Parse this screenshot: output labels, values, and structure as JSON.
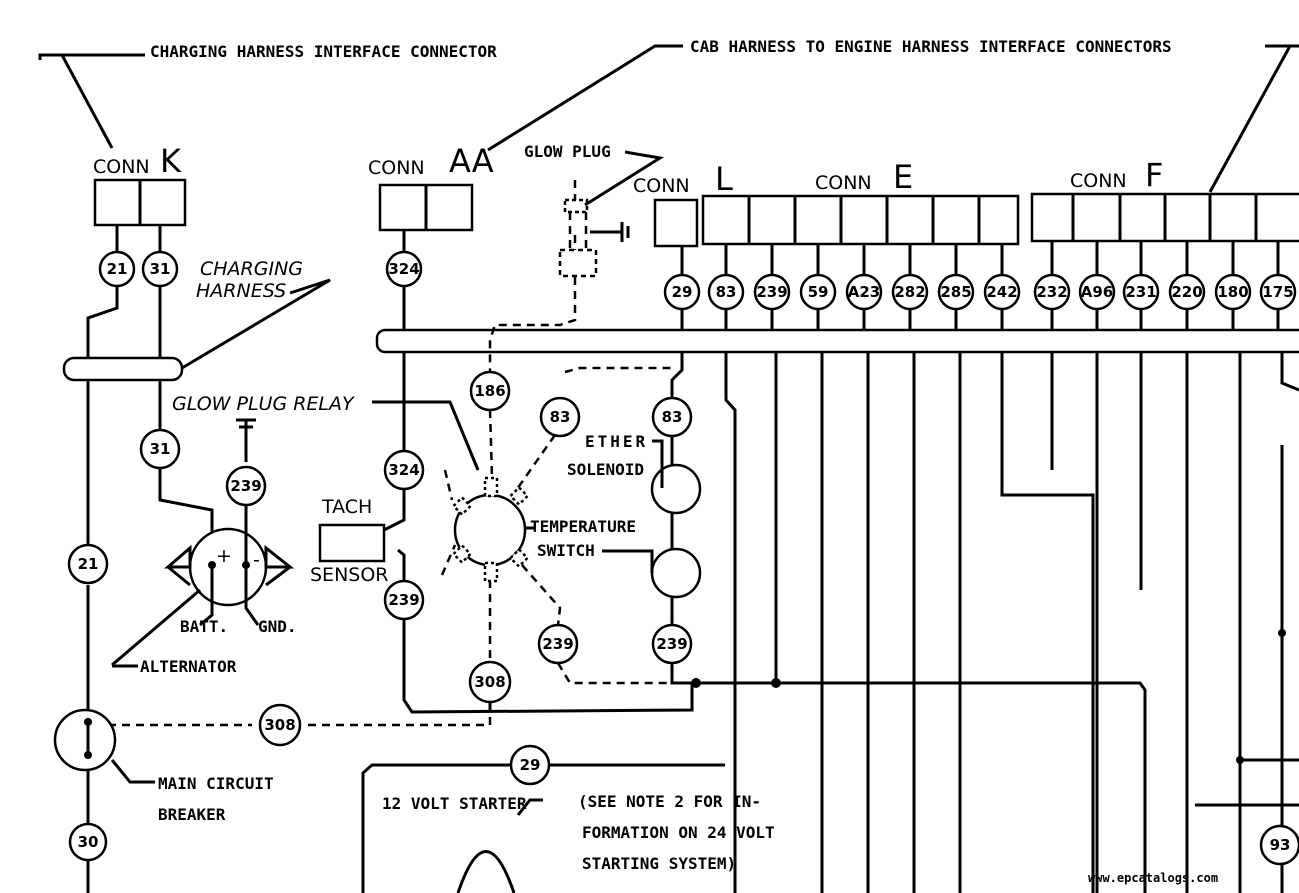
{
  "labels": {
    "charging_connector": "CHARGING HARNESS INTERFACE CONNECTOR",
    "cab_connectors": "CAB HARNESS TO ENGINE HARNESS INTERFACE CONNECTORS",
    "charging_harness_1": "CHARGING",
    "charging_harness_2": "HARNESS",
    "glow_plug": "GLOW PLUG",
    "glow_plug_relay": "GLOW PLUG RELAY",
    "tach_1": "TACH",
    "tach_2": "SENSOR",
    "ether_1": "ETHER",
    "ether_2": "SOLENOID",
    "temp_1": "TEMPERATURE",
    "temp_2": "SWITCH",
    "batt": "BATT.",
    "gnd": "GND.",
    "alternator": "ALTERNATOR",
    "breaker_1": "MAIN CIRCUIT",
    "breaker_2": "BREAKER",
    "starter": "12 VOLT STARTER",
    "note_1": "(SEE NOTE 2 FOR IN-",
    "note_2": "FORMATION ON 24 VOLT",
    "note_3": "STARTING SYSTEM)",
    "plus": "+",
    "minus": "-",
    "watermark": "www.epcatalogs.com"
  },
  "connectors": {
    "k": {
      "prefix": "CONN",
      "letter": "K"
    },
    "aa": {
      "prefix": "CONN",
      "letter": "AA"
    },
    "l": {
      "prefix": "CONN",
      "letter": "L"
    },
    "e": {
      "prefix": "CONN",
      "letter": "E"
    },
    "f": {
      "prefix": "CONN",
      "letter": "F"
    }
  },
  "wires": {
    "w21a": "21",
    "w31a": "31",
    "w324a": "324",
    "w29": "29",
    "w83": "83",
    "w239": "239",
    "w59": "59",
    "wA23": "A23",
    "w282": "282",
    "w285": "285",
    "w242": "242",
    "w232": "232",
    "wA96": "A96",
    "w231": "231",
    "w220": "220",
    "w180": "180",
    "w175": "175",
    "w186": "186",
    "w83b": "83",
    "w83c": "83",
    "w31b": "31",
    "w239b": "239",
    "w324b": "324",
    "w21b": "21",
    "w239c": "239",
    "w239d": "239",
    "w239e": "239",
    "w308a": "308",
    "w308b": "308",
    "w29b": "29",
    "w30": "30",
    "w93": "93"
  }
}
